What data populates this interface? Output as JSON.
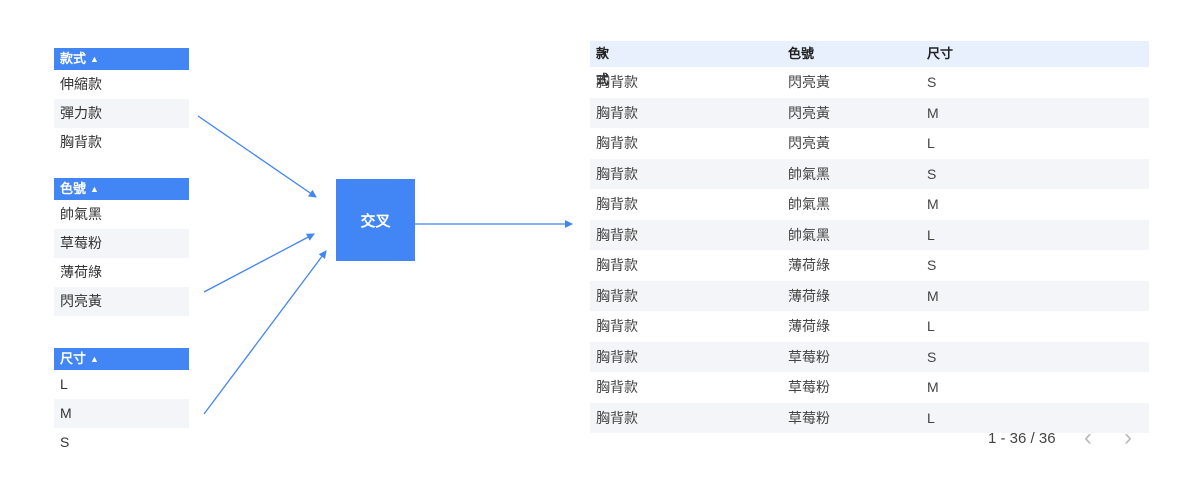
{
  "inputs": [
    {
      "header": "款式",
      "values": [
        "伸縮款",
        "彈力款",
        "胸背款"
      ]
    },
    {
      "header": "色號",
      "values": [
        "帥氣黑",
        "草莓粉",
        "薄荷綠",
        "閃亮黃"
      ]
    },
    {
      "header": "尺寸",
      "values": [
        "L",
        "M",
        "S"
      ]
    }
  ],
  "operation": "交叉",
  "result": {
    "headers": [
      "款式",
      "色號",
      "尺寸"
    ],
    "rows": [
      [
        "胸背款",
        "閃亮黃",
        "S"
      ],
      [
        "胸背款",
        "閃亮黃",
        "M"
      ],
      [
        "胸背款",
        "閃亮黃",
        "L"
      ],
      [
        "胸背款",
        "帥氣黑",
        "S"
      ],
      [
        "胸背款",
        "帥氣黑",
        "M"
      ],
      [
        "胸背款",
        "帥氣黑",
        "L"
      ],
      [
        "胸背款",
        "薄荷綠",
        "S"
      ],
      [
        "胸背款",
        "薄荷綠",
        "M"
      ],
      [
        "胸背款",
        "薄荷綠",
        "L"
      ],
      [
        "胸背款",
        "草莓粉",
        "S"
      ],
      [
        "胸背款",
        "草莓粉",
        "M"
      ],
      [
        "胸背款",
        "草莓粉",
        "L"
      ]
    ]
  },
  "pagination": {
    "text": "1 - 36 / 36",
    "prev_icon": "chevron-left-icon",
    "next_icon": "chevron-right-icon"
  },
  "colors": {
    "accent": "#4285f4",
    "header_bg": "#e8f0fe",
    "row_alt": "#f3f5f8"
  }
}
